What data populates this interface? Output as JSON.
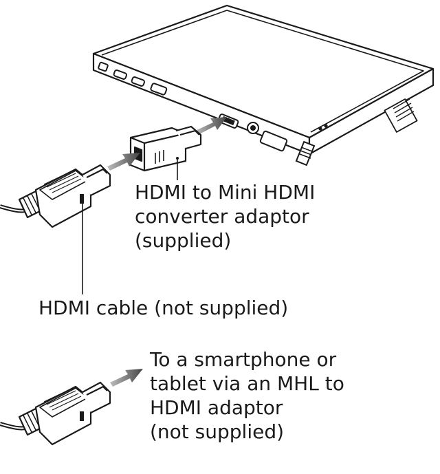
{
  "diagram": {
    "labels": {
      "adaptor": [
        "HDMI to Mini HDMI",
        "converter adaptor",
        "(supplied)"
      ],
      "cable": "HDMI cable (not supplied)",
      "mhl": [
        "To a smartphone or",
        "tablet via an MHL to",
        "HDMI adaptor",
        "(not supplied)"
      ]
    }
  }
}
